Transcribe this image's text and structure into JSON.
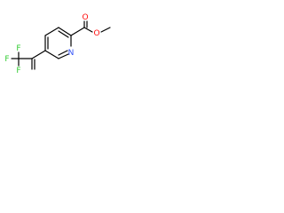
{
  "molecule": {
    "atom_labels": {
      "fluorine_top": "F",
      "fluorine_left": "F",
      "fluorine_bottom": "F",
      "ring_nitrogen": "N",
      "ester_oxygen_carbonyl": "O",
      "ester_oxygen_ether": "O"
    },
    "colors": {
      "bond": "#000000",
      "fluorine": "#33cc33",
      "nitrogen": "#3050f8",
      "oxygen": "#ff0d0d"
    }
  }
}
